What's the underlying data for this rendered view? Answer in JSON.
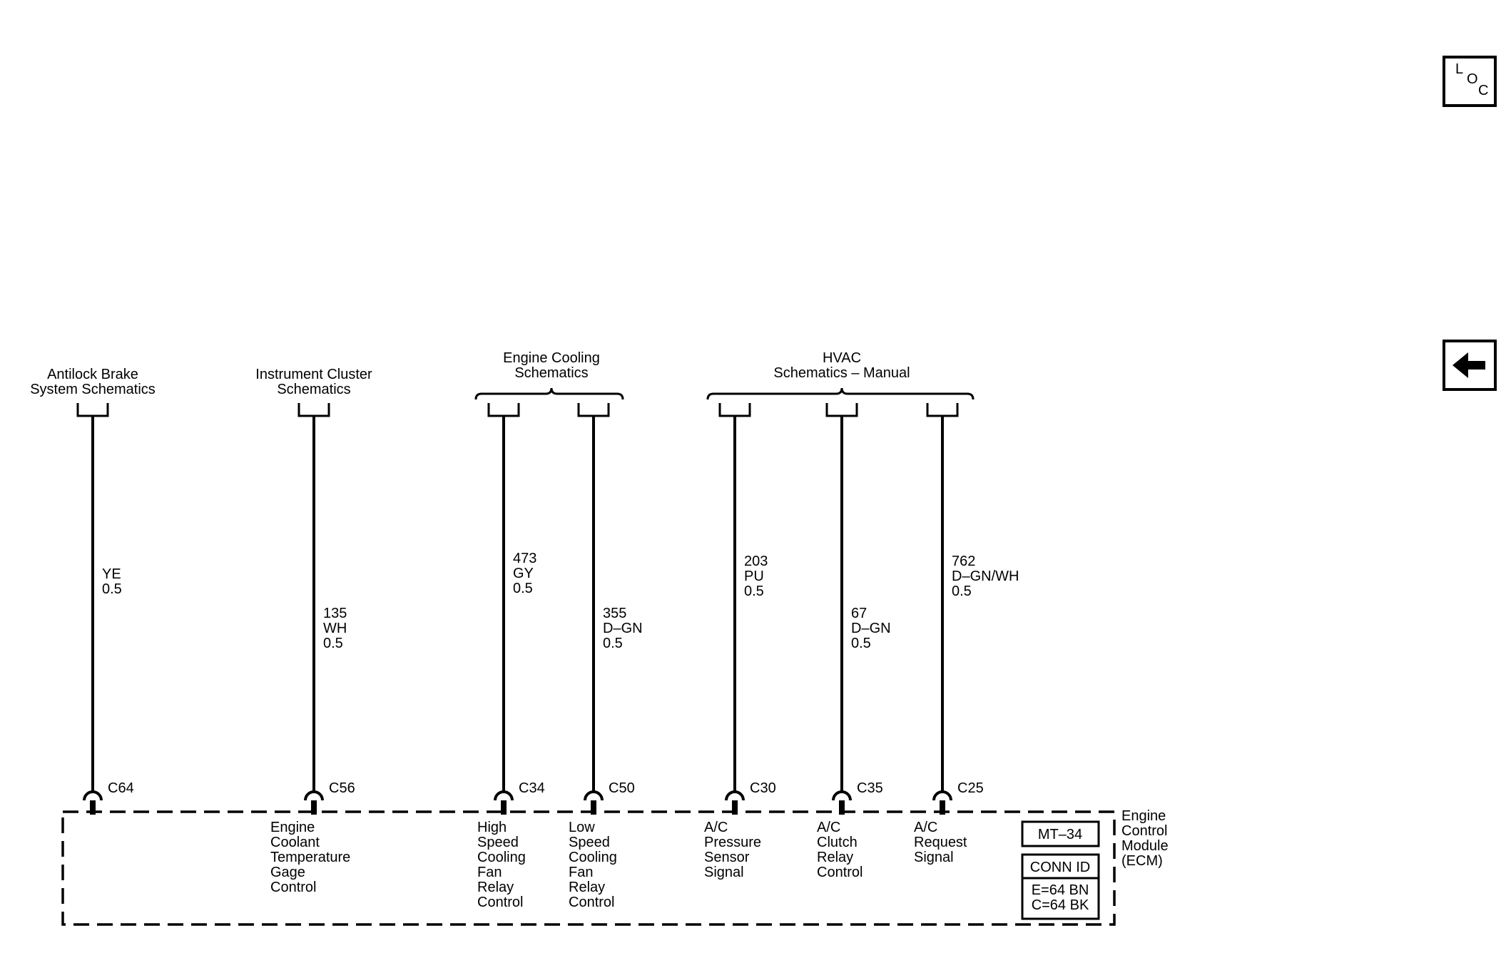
{
  "nav": {
    "loc_button": {
      "letters": [
        "L",
        "O",
        "C"
      ],
      "icon": "loc-icon"
    },
    "back_button": {
      "icon": "arrow-left-icon"
    }
  },
  "destinations": [
    {
      "id": "abs",
      "lines": [
        "Antilock Brake",
        "System Schematics"
      ]
    },
    {
      "id": "ipc",
      "lines": [
        "Instrument Cluster",
        "Schematics"
      ]
    },
    {
      "id": "cooling",
      "lines": [
        "Engine Cooling",
        "Schematics"
      ]
    },
    {
      "id": "hvac",
      "lines": [
        "HVAC",
        "Schematics – Manual"
      ]
    }
  ],
  "circuits": [
    {
      "pin": "C64",
      "wire": [
        "YE",
        "0.5"
      ],
      "function": []
    },
    {
      "pin": "C56",
      "wire": [
        "135",
        "WH",
        "0.5"
      ],
      "function": [
        "Engine",
        "Coolant",
        "Temperature",
        "Gage",
        "Control"
      ]
    },
    {
      "pin": "C34",
      "wire": [
        "473",
        "GY",
        "0.5"
      ],
      "function": [
        "High",
        "Speed",
        "Cooling",
        "Fan",
        "Relay",
        "Control"
      ]
    },
    {
      "pin": "C50",
      "wire": [
        "355",
        "D–GN",
        "0.5"
      ],
      "function": [
        "Low",
        "Speed",
        "Cooling",
        "Fan",
        "Relay",
        "Control"
      ]
    },
    {
      "pin": "C30",
      "wire": [
        "203",
        "PU",
        "0.5"
      ],
      "function": [
        "A/C",
        "Pressure",
        "Sensor",
        "Signal"
      ]
    },
    {
      "pin": "C35",
      "wire": [
        "67",
        "D–GN",
        "0.5"
      ],
      "function": [
        "A/C",
        "Clutch",
        "Relay",
        "Control"
      ]
    },
    {
      "pin": "C25",
      "wire": [
        "762",
        "D–GN/WH",
        "0.5"
      ],
      "function": [
        "A/C",
        "Request",
        "Signal"
      ]
    }
  ],
  "module": {
    "name_lines": [
      "Engine",
      "Control",
      "Module",
      "(ECM)"
    ],
    "location_code": "MT–34",
    "conn_id_title": "CONN ID",
    "conn_id_lines": [
      "E=64 BN",
      "C=64 BK"
    ]
  }
}
